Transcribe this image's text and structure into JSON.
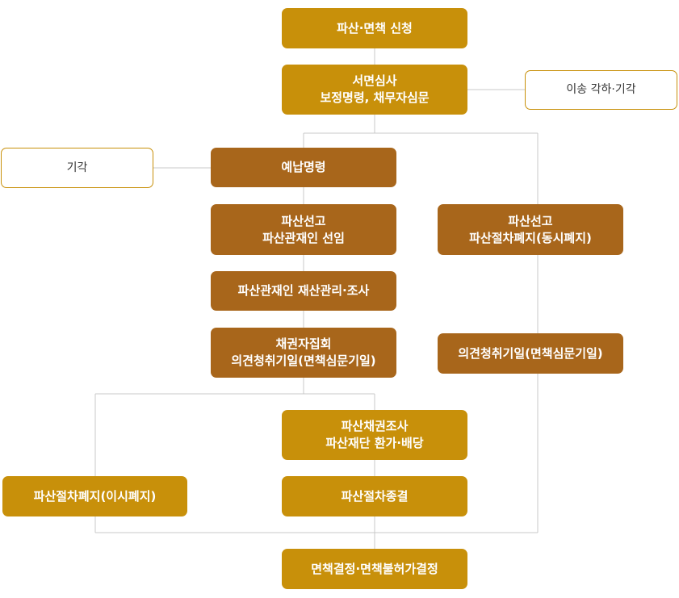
{
  "colors": {
    "gold": "#c8900a",
    "brown": "#a8661b",
    "connector": "#c8c8c8",
    "outline_text": "#333333"
  },
  "nodes": {
    "petition": [
      "파산·면책 신청"
    ],
    "review": [
      "서면심사",
      "보정명령, 채무자심문"
    ],
    "transfer_dismiss": [
      "이송 각하·기각"
    ],
    "dismiss": [
      "기각"
    ],
    "prepay_order": [
      "예납명령"
    ],
    "declare_trustee": [
      "파산선고",
      "파산관재인 선임"
    ],
    "declare_concurrent": [
      "파산선고",
      "파산절차폐지(동시폐지)"
    ],
    "trustee_management": [
      "파산관재인 재산관리·조사"
    ],
    "creditors_meeting": [
      "채권자집회",
      "의견청취기일(면책심문기일)"
    ],
    "opinion_hearing": [
      "의견청취기일(면책심문기일)"
    ],
    "claims_distribution": [
      "파산채권조사",
      "파산재단 환가·배당"
    ],
    "abolition_later": [
      "파산절차폐지(이시폐지)"
    ],
    "termination": [
      "파산절차종결"
    ],
    "discharge_decision": [
      "면책결정·면책불허가결정"
    ]
  }
}
